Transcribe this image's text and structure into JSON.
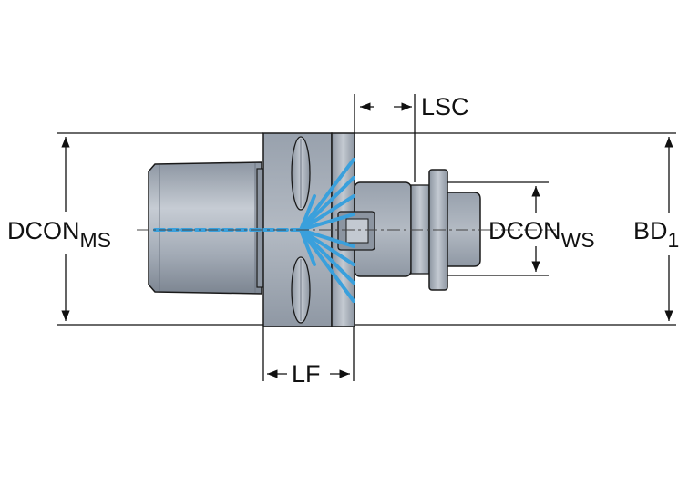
{
  "labels": {
    "dcon_ms": {
      "main": "DCON",
      "sub": "MS"
    },
    "dcon_ws": {
      "main": "DCON",
      "sub": "WS"
    },
    "bd": {
      "main": "BD",
      "sub": "1"
    },
    "lsc": "LSC",
    "lf": "LF"
  },
  "colors": {
    "body_fill": "#a3abb6",
    "body_light": "#c3c9d1",
    "body_dark": "#6e7784",
    "outline": "#1a1a1a",
    "coolant": "#3aa0dc",
    "coolant_light": "#9fd2f0",
    "dimension": "#111111"
  }
}
